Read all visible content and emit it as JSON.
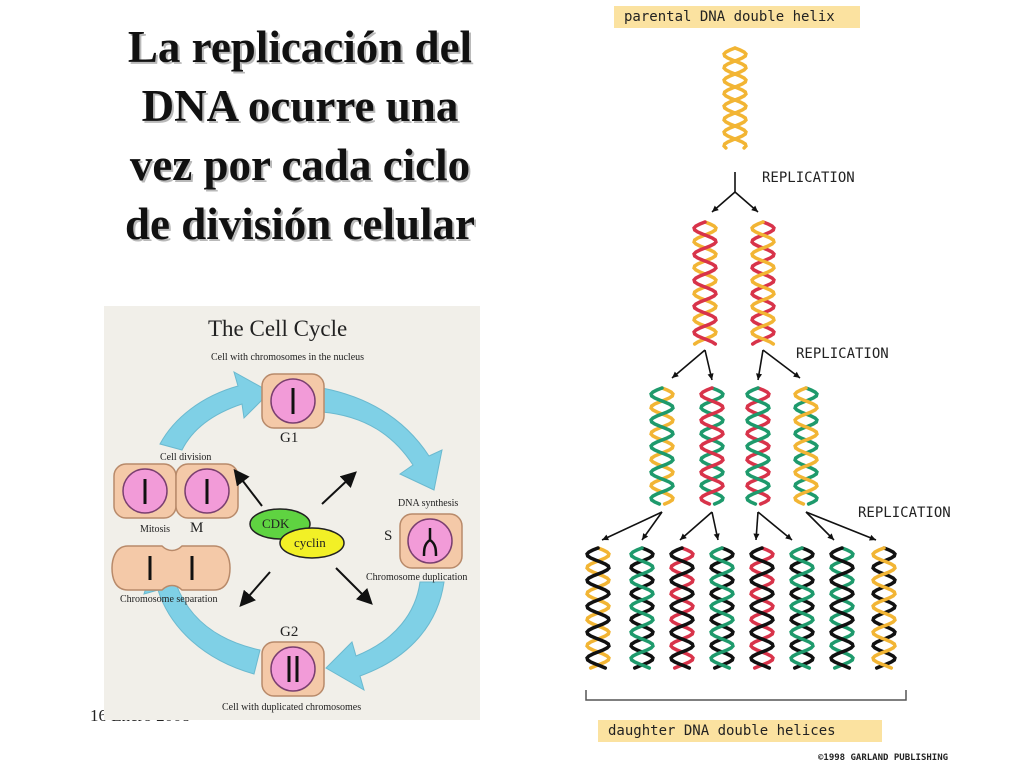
{
  "slide": {
    "title_lines": [
      "La replicación del",
      "DNA ocurre una",
      "vez por cada ciclo",
      "de división celular"
    ],
    "footer_date": "16 Enero 2008"
  },
  "cell_cycle": {
    "title": "The Cell Cycle",
    "subtitle_top": "Cell with chromosomes in the nucleus",
    "phase_g1": "G1",
    "phase_s": "S",
    "phase_g2": "G2",
    "phase_m": "M",
    "label_dna_synthesis": "DNA synthesis",
    "label_chromosome_duplication": "Chromosome duplication",
    "label_cell_division": "Cell division",
    "label_mitosis": "Mitosis",
    "label_chromosome_separation": "Chromosome separation",
    "label_duplicated": "Cell with duplicated chromosomes",
    "cdk": "CDK",
    "cyclin": "cyclin",
    "colors": {
      "arrow": "#7fd0e6",
      "cell_fill": "#f4c9a8",
      "nucleus_fill": "#f29bd8",
      "cdk_fill": "#5fd341",
      "cyclin_fill": "#f2f026"
    }
  },
  "replication": {
    "top_label": "parental DNA double helix",
    "step_label": "REPLICATION",
    "bottom_label": "daughter DNA double helices",
    "copyright": "©1998 GARLAND PUBLISHING",
    "strand_colors": {
      "parental": "#f2b534",
      "gen1": "#d8334a",
      "gen2": "#1e9a6c",
      "gen3": "#111111"
    }
  }
}
